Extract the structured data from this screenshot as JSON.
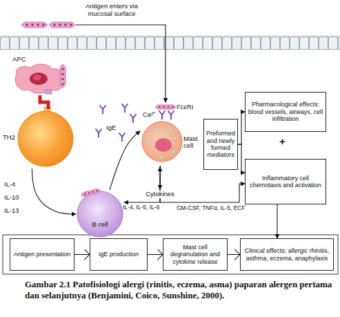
{
  "diagram": {
    "caption": "Gambar 2.1 Patofisiologi alergi (rinitis, eczema, asma) paparan alergen pertama dan selanjutnya (Benjamini, Coico, Sunshine, 2000).",
    "nodes": [
      {
        "text": [
          "APC"
        ]
      },
      {
        "text": [
          "TH2"
        ]
      },
      {
        "text": [
          "B cell"
        ]
      },
      {
        "text": [
          "Mast cell"
        ]
      },
      {
        "text": [
          "Preformed and newly formed mediators"
        ]
      },
      {
        "text": [
          "Pharmacological effects: blood vessels, airways, cell infiltration"
        ]
      },
      {
        "text": [
          "Inflammatory cell chemotaxis and activation"
        ]
      },
      {
        "text": [
          "Antigen presentation"
        ]
      },
      {
        "text": [
          "IgE production"
        ]
      },
      {
        "text": [
          "Mast cell degranulation and cytokine release"
        ]
      },
      {
        "text": [
          "Clinical effects: allergic rhinitis, asthma, eczema, anaphylaxis"
        ]
      }
    ],
    "edges": [
      {
        "from": 0,
        "to": 1,
        "arrow": "none"
      },
      {
        "from": 1,
        "to": 2,
        "arrow": "to"
      },
      {
        "from": 2,
        "to": 3,
        "arrow": "to"
      },
      {
        "from": 3,
        "to": 2,
        "label": "IL-4, IL-5, IL-6",
        "arrow": "to"
      },
      {
        "from": 3,
        "to": 6,
        "label": "GM-CSF, TNFα, IL-5, ECF",
        "arrow": "to"
      },
      {
        "from": 4,
        "to": 5,
        "arrow": "to"
      },
      {
        "from": 4,
        "to": 6,
        "arrow": "to"
      },
      {
        "from": 6,
        "to": 10,
        "arrow": "to"
      },
      {
        "from": 7,
        "to": 8,
        "arrow": "to"
      },
      {
        "from": 8,
        "to": 9,
        "arrow": "to"
      },
      {
        "from": 9,
        "to": 10,
        "arrow": "to"
      }
    ],
    "labels": [
      "Antigen enters via mucosal surface",
      "IL-4",
      "IL-10",
      "IL-13",
      "IgE",
      "Ca²⁺",
      "FcεRI",
      "+",
      "Cytokines"
    ]
  }
}
